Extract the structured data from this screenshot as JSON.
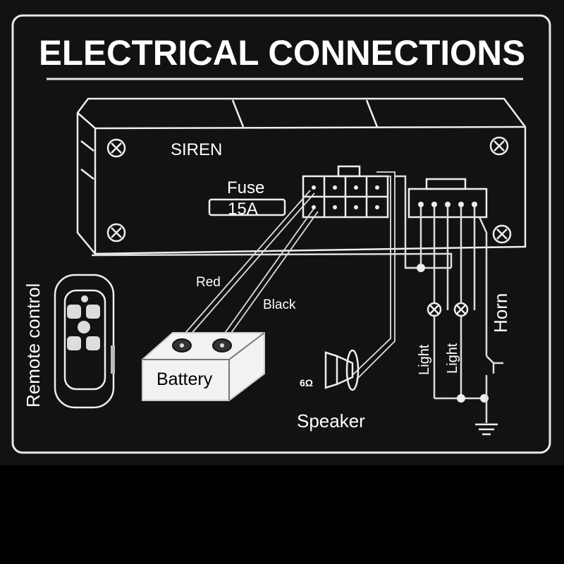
{
  "title": "ELECTRICAL CONNECTIONS",
  "labels": {
    "siren": "SIREN",
    "fuse": "Fuse",
    "fuse_rating": "15A",
    "red": "Red",
    "black": "Black",
    "battery": "Battery",
    "remote_control": "Remote control",
    "speaker": "Speaker",
    "speaker_rating": "6Ω",
    "light_1": "Light",
    "light_2": "Light",
    "horn": "Horn"
  },
  "colors": {
    "background": "#000000",
    "panel": "#121212",
    "line": "#eeeeee",
    "battery_fill": "#f2f2f2"
  }
}
